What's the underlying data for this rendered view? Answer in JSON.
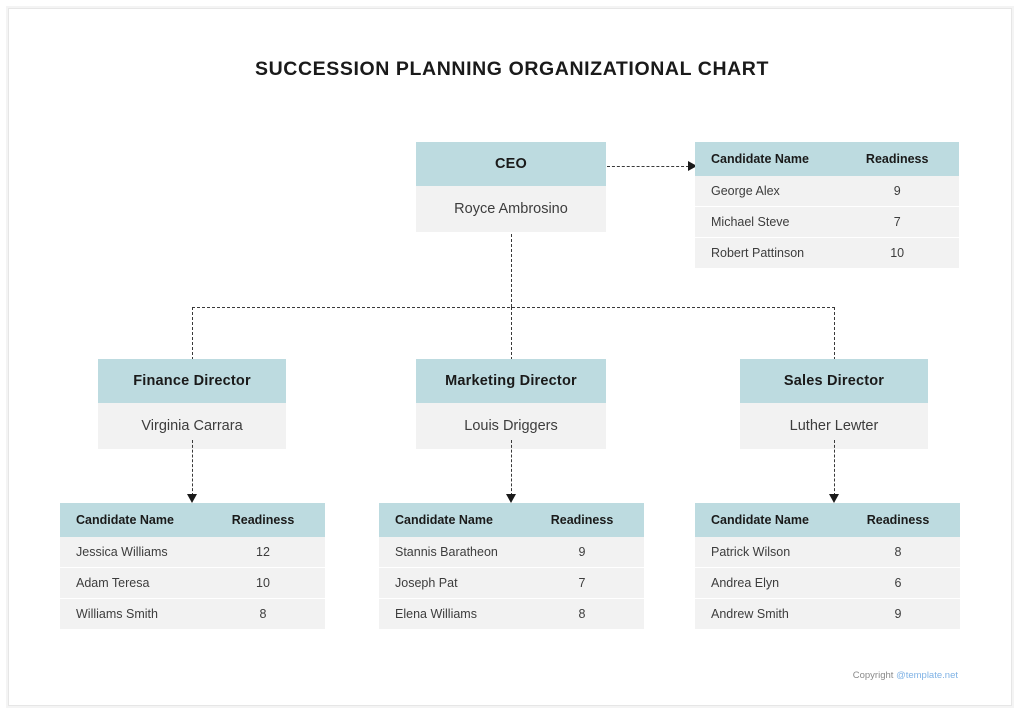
{
  "document": {
    "title": "SUCCESSION PLANNING ORGANIZATIONAL CHART"
  },
  "theme": {
    "header_fill": "#bddbe0",
    "body_fill": "#f2f2f2",
    "text": "#3d3d3d",
    "connector": "#3a3a3a",
    "link": "#7fb2e5"
  },
  "table_headers": {
    "candidate_name": "Candidate Name",
    "readiness": "Readiness"
  },
  "nodes": {
    "ceo": {
      "role": "CEO",
      "person": "Royce Ambrosino"
    },
    "finance": {
      "role": "Finance Director",
      "person": "Virginia Carrara"
    },
    "marketing": {
      "role": "Marketing Director",
      "person": "Louis Driggers"
    },
    "sales": {
      "role": "Sales Director",
      "person": "Luther Lewter"
    }
  },
  "candidate_tables": {
    "ceo": {
      "rows": [
        {
          "name": "George Alex",
          "readiness": "9"
        },
        {
          "name": "Michael Steve",
          "readiness": "7"
        },
        {
          "name": "Robert Pattinson",
          "readiness": "10"
        }
      ]
    },
    "finance": {
      "rows": [
        {
          "name": "Jessica Williams",
          "readiness": "12"
        },
        {
          "name": "Adam Teresa",
          "readiness": "10"
        },
        {
          "name": "Williams Smith",
          "readiness": "8"
        }
      ]
    },
    "marketing": {
      "rows": [
        {
          "name": "Stannis Baratheon",
          "readiness": "9"
        },
        {
          "name": "Joseph Pat",
          "readiness": "7"
        },
        {
          "name": "Elena Williams",
          "readiness": "8"
        }
      ]
    },
    "sales": {
      "rows": [
        {
          "name": "Patrick Wilson",
          "readiness": "8"
        },
        {
          "name": "Andrea Elyn",
          "readiness": "6"
        },
        {
          "name": "Andrew Smith",
          "readiness": "9"
        }
      ]
    }
  },
  "footer": {
    "copyright_label": "Copyright",
    "brand": "@template.net"
  }
}
